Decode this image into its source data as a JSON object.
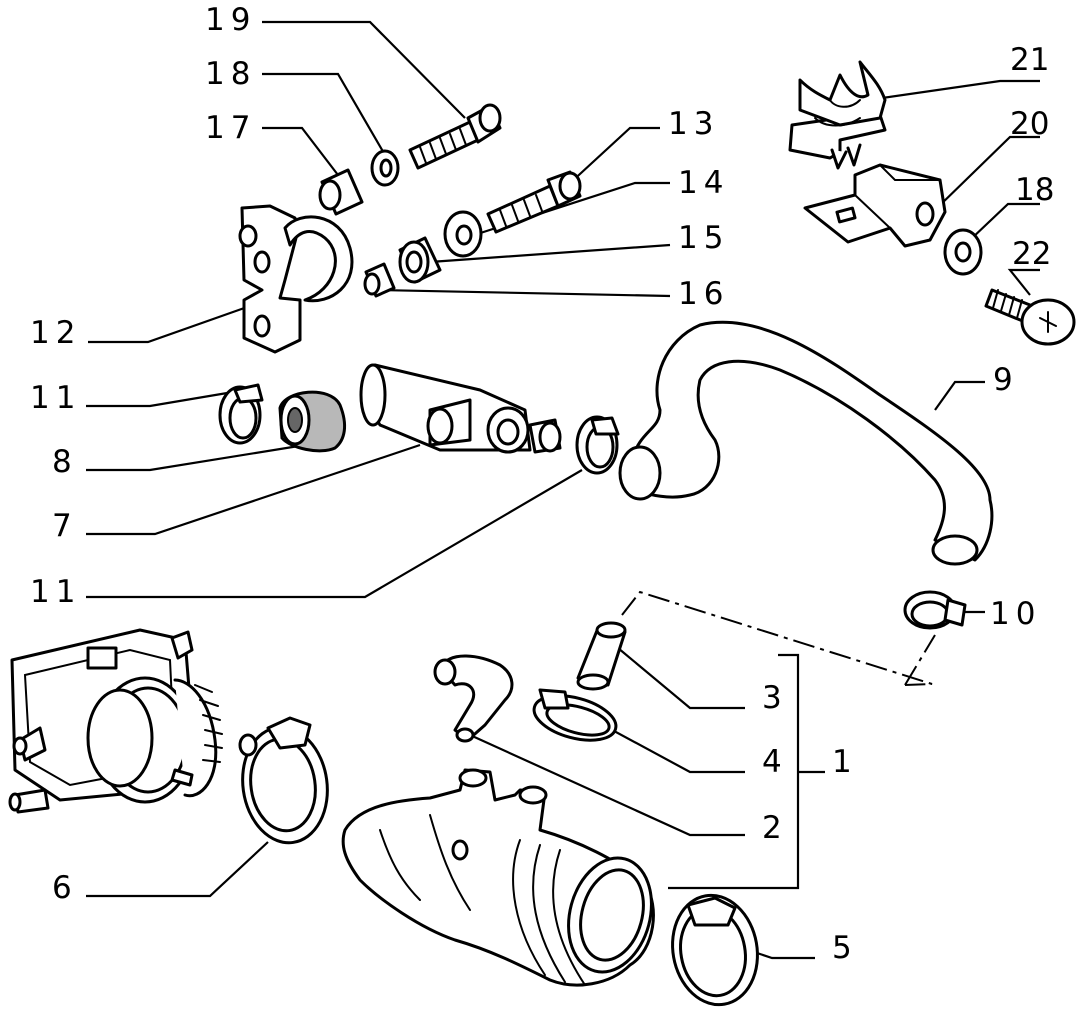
{
  "diagram": {
    "labels": {
      "l1": "1",
      "l2": "2",
      "l3": "3",
      "l4": "4",
      "l5": "5",
      "l6": "6",
      "l7": "7",
      "l8": "8",
      "l9": "9",
      "l10": "10",
      "l11a": "11",
      "l11b": "11",
      "l12": "12",
      "l13": "13",
      "l14": "14",
      "l15": "15",
      "l16": "16",
      "l17": "17",
      "l18a": "18",
      "l18b": "18",
      "l19": "19",
      "l20": "20",
      "l21": "21",
      "l22": "22"
    }
  }
}
